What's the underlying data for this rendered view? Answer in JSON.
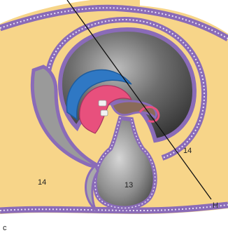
{
  "labels": {
    "amniotic_cavity_right": "14",
    "amniotic_cavity_left": "14",
    "yolk_sac": "13",
    "section_line": "H",
    "panel": "c"
  },
  "colors": {
    "background_fluid": "#f7d589",
    "membrane_purple": "#8a6bb8",
    "membrane_dots": "#e6dff5",
    "embryo_dark": "#3a3a3a",
    "embryo_mid": "#8c8c8c",
    "neural_blue": "#2f78c4",
    "heart_pink": "#e8507d",
    "section_line": "#111111"
  }
}
